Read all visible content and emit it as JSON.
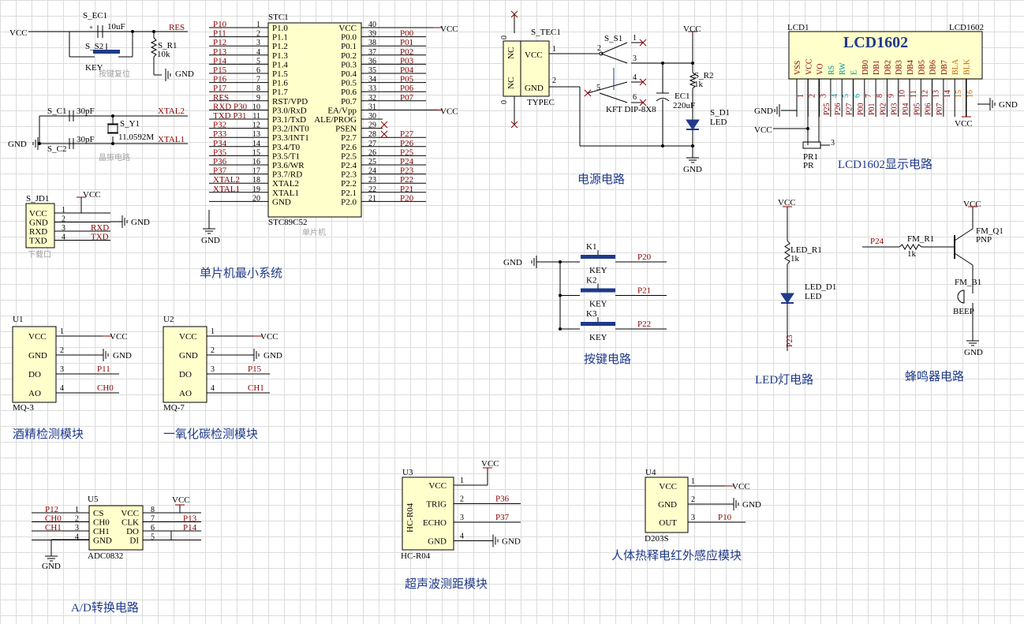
{
  "style": {
    "wire": "#000000",
    "net": "#8b0000",
    "pin": "#000000",
    "title": "#1f3a8a",
    "box_fill": "#ffffcc",
    "part": "#000000",
    "comment": "#a0a0a0",
    "cyan": "#0096a0",
    "orange": "#c86400"
  },
  "sections": {
    "mcu": "单片机最小系统",
    "power": "电源电路",
    "lcd": "LCD1602显示电路",
    "keys": "按键电路",
    "led": "LED灯电路",
    "buzzer": "蜂鸣器电路",
    "alcohol": "酒精检测模块",
    "co": "一氧化碳检测模块",
    "ultrasonic": "超声波测距模块",
    "pir": "人体热释电红外感应模块",
    "adc": "A/D转换电路"
  },
  "common": {
    "vcc": "VCC",
    "gnd": "GND",
    "key": "KEY"
  },
  "reset": {
    "ec": "S_EC1",
    "ec_val": "10uF",
    "sw": "S_S2",
    "res": "S_R1",
    "res_val": "10k",
    "net": "RES",
    "comment": "按键复位",
    "plus": "+"
  },
  "crystal": {
    "c1": "S_C1",
    "c1_val": "30pF",
    "c2": "S_C2",
    "c2_val": "30pF",
    "y": "S_Y1",
    "y_val": "11.0592M",
    "xtal1": "XTAL1",
    "xtal2": "XTAL2",
    "comment": "晶振电路"
  },
  "jd": {
    "ref": "S_JD1",
    "pins": [
      "VCC",
      "GND",
      "RXD",
      "TXD"
    ],
    "nums": [
      "1",
      "2",
      "3",
      "4"
    ],
    "nets": [
      "",
      "",
      "RXD",
      "TXD"
    ],
    "comment": "下载口"
  },
  "mcu": {
    "ref": "STC1",
    "part": "STC89C52",
    "comment": "单片机",
    "left": [
      {
        "net": "P10",
        "name": "P1.0",
        "num": "1"
      },
      {
        "net": "P11",
        "name": "P1.1",
        "num": "2"
      },
      {
        "net": "P12",
        "name": "P1.2",
        "num": "3"
      },
      {
        "net": "P13",
        "name": "P1.3",
        "num": "4"
      },
      {
        "net": "P14",
        "name": "P1.4",
        "num": "5"
      },
      {
        "net": "P15",
        "name": "P1.5",
        "num": "6"
      },
      {
        "net": "P16",
        "name": "P1.6",
        "num": "7"
      },
      {
        "net": "P17",
        "name": "P1.7",
        "num": "8"
      },
      {
        "net": "RES",
        "name": "RST/VPD",
        "num": "9"
      },
      {
        "net": "RXD P30",
        "name": "P3.0/RxD",
        "num": "10"
      },
      {
        "net": "TXD P31",
        "name": "P3.1/TxD",
        "num": "11"
      },
      {
        "net": "P32",
        "name": "P3.2/INT0",
        "num": "12"
      },
      {
        "net": "P33",
        "name": "P3.3/INT1",
        "num": "13"
      },
      {
        "net": "P34",
        "name": "P3.4/T0",
        "num": "14"
      },
      {
        "net": "P35",
        "name": "P3.5/T1",
        "num": "15"
      },
      {
        "net": "P36",
        "name": "P3.6/WR",
        "num": "16"
      },
      {
        "net": "P37",
        "name": "P3.7/RD",
        "num": "17"
      },
      {
        "net": "XTAL2",
        "name": "XTAL2",
        "num": "18"
      },
      {
        "net": "XTAL1",
        "name": "XTAL1",
        "num": "19"
      },
      {
        "net": "",
        "name": "GND",
        "num": "20"
      }
    ],
    "right": [
      {
        "net": "VCC",
        "name": "VCC",
        "num": "40"
      },
      {
        "net": "P00",
        "name": "P0.0",
        "num": "39"
      },
      {
        "net": "P01",
        "name": "P0.1",
        "num": "38"
      },
      {
        "net": "P02",
        "name": "P0.2",
        "num": "37"
      },
      {
        "net": "P03",
        "name": "P0.3",
        "num": "36"
      },
      {
        "net": "P04",
        "name": "P0.4",
        "num": "35"
      },
      {
        "net": "P05",
        "name": "P0.5",
        "num": "34"
      },
      {
        "net": "P06",
        "name": "P0.6",
        "num": "33"
      },
      {
        "net": "P07",
        "name": "P0.7",
        "num": "32"
      },
      {
        "net": "VCC",
        "name": "EA/Vpp",
        "num": "31"
      },
      {
        "net": "",
        "name": "ALE/PROG",
        "num": "30"
      },
      {
        "net": "",
        "name": "PSEN",
        "num": "29"
      },
      {
        "net": "P27",
        "name": "P2.7",
        "num": "28"
      },
      {
        "net": "P26",
        "name": "P2.6",
        "num": "27"
      },
      {
        "net": "P25",
        "name": "P2.5",
        "num": "26"
      },
      {
        "net": "P24",
        "name": "P2.4",
        "num": "25"
      },
      {
        "net": "P23",
        "name": "P2.3",
        "num": "24"
      },
      {
        "net": "P22",
        "name": "P2.2",
        "num": "23"
      },
      {
        "net": "P21",
        "name": "P2.1",
        "num": "22"
      },
      {
        "net": "P20",
        "name": "P2.0",
        "num": "21"
      }
    ]
  },
  "power": {
    "tec": "S_TEC1",
    "tec_part": "TYPEC",
    "nc": "NC",
    "vcc": "VCC",
    "gnd": "GND",
    "sw": "S_S1",
    "sw_part": "KFT DIP-8X8",
    "sw_nums": [
      "1",
      "2",
      "3",
      "4",
      "5",
      "6"
    ],
    "ec": "EC1",
    "ec_val": "220uF",
    "r": "S_R2",
    "r_val": "1k",
    "d": "S_D1",
    "d_part": "LED",
    "pin0": "0",
    "pin1": "1",
    "pin2": "2"
  },
  "lcd": {
    "ref": "LCD1",
    "part": "LCD1602",
    "title": "LCD1602",
    "pins": [
      "VSS",
      "VCC",
      "VO",
      "RS",
      "RW",
      "E",
      "DB0",
      "DB1",
      "DB2",
      "DB3",
      "DB4",
      "DB5",
      "DB6",
      "DB7",
      "BLA",
      "BLK"
    ],
    "nums": [
      "1",
      "2",
      "3",
      "4",
      "5",
      "6",
      "7",
      "8",
      "9",
      "10",
      "11",
      "12",
      "13",
      "14",
      "15",
      "16"
    ],
    "nets": [
      "",
      "",
      "",
      "P25",
      "P26",
      "P27",
      "P00",
      "P01",
      "P02",
      "P03",
      "P04",
      "P05",
      "P06",
      "P07",
      "",
      ""
    ],
    "pr": "PR1",
    "pr_part": "PR",
    "pr_pin": "3"
  },
  "keys": {
    "items": [
      {
        "ref": "K1",
        "net": "P20"
      },
      {
        "ref": "K2",
        "net": "P21"
      },
      {
        "ref": "K3",
        "net": "P22"
      }
    ]
  },
  "led": {
    "r": "LED_R1",
    "r_val": "1k",
    "d": "LED_D1",
    "d_part": "LED",
    "net": "P23"
  },
  "buzzer": {
    "net": "P24",
    "r": "FM_R1",
    "r_val": "1k",
    "q": "FM_Q1",
    "q_part": "PNP",
    "b": "FM_B1",
    "b_part": "BEEP"
  },
  "u1": {
    "ref": "U1",
    "part": "MQ-3",
    "pins": [
      "VCC",
      "GND",
      "DO",
      "AO"
    ],
    "nums": [
      "1",
      "2",
      "3",
      "4"
    ],
    "nets": [
      "VCC",
      "GND",
      "P11",
      "CH0"
    ]
  },
  "u2": {
    "ref": "U2",
    "part": "MQ-7",
    "pins": [
      "VCC",
      "GND",
      "DO",
      "AO"
    ],
    "nums": [
      "1",
      "2",
      "3",
      "4"
    ],
    "nets": [
      "VCC",
      "GND",
      "P15",
      "CH1"
    ]
  },
  "u3": {
    "ref": "U3",
    "part": "HC-R04",
    "body": "HC-R04",
    "pins": [
      "VCC",
      "TRIG",
      "ECHO",
      "GND"
    ],
    "nums": [
      "1",
      "2",
      "3",
      "4"
    ],
    "nets": [
      "VCC",
      "P36",
      "P37",
      "GND"
    ]
  },
  "u4": {
    "ref": "U4",
    "part": "D203S",
    "pins": [
      "VCC",
      "GND",
      "OUT"
    ],
    "nums": [
      "1",
      "2",
      "3"
    ],
    "nets": [
      "VCC",
      "GND",
      "P10"
    ]
  },
  "u5": {
    "ref": "U5",
    "part": "ADC0832",
    "left": [
      {
        "net": "P12",
        "name": "CS",
        "num": "1"
      },
      {
        "net": "CH0",
        "name": "CH0",
        "num": "2"
      },
      {
        "net": "CH1",
        "name": "CH1",
        "num": "3"
      },
      {
        "net": "",
        "name": "GND",
        "num": "4"
      }
    ],
    "right": [
      {
        "net": "VCC",
        "name": "VCC",
        "num": "8"
      },
      {
        "net": "P13",
        "name": "CLK",
        "num": "7"
      },
      {
        "net": "P14",
        "name": "DO",
        "num": "6"
      },
      {
        "net": "",
        "name": "DI",
        "num": "5"
      }
    ]
  }
}
